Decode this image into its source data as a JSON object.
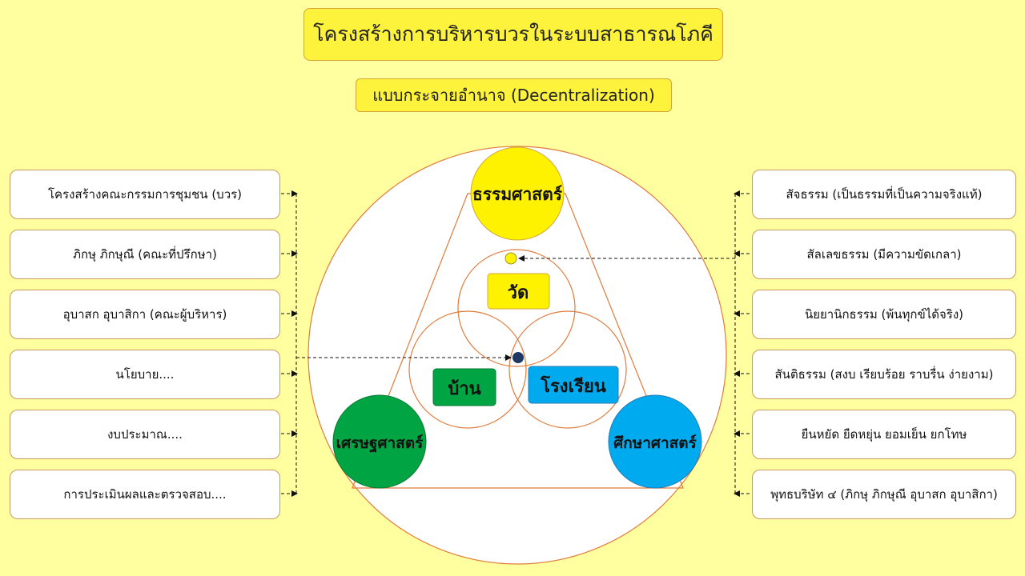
{
  "title": "โครงสร้างการบริหารบวรในระบบสาธารณโภคี",
  "subtitle": "แบบกระจายอำนาจ (Decentralization)",
  "left_items": [
    "โครงสร้างคณะกรรมการชุมชน (บวร)",
    "ภิกษุ ภิกษุณี (คณะที่ปรึกษา)",
    "อุบาสก อุบาสิกา (คณะผู้บริหาร)",
    "นโยบาย....",
    "งบประมาณ....",
    "การประเมินผลและตรวจสอบ...."
  ],
  "right_items": [
    "สัจธรรม (เป็นธรรมที่เป็นความจริงแท้)",
    "สัลเลขธรรม (มีความขัดเกลา)",
    "นิยยานิกธรรม (พ้นทุกข์ได้จริง)",
    "สันติธรรม (สงบ เรียบร้อย ราบรื่น ง่ายงาม)",
    "ยืนหยัด ยืดหยุ่น ยอมเย็น ยกโทษ",
    "พุทธบริษัท ๔ (ภิกษุ ภิกษุณี อุบาสก อุบาสิกา)"
  ],
  "corners": {
    "top": "ธรรมศาสตร์",
    "left": "เศรษฐศาสตร์",
    "right": "ศึกษาศาสตร์"
  },
  "inner": {
    "temple": "วัด",
    "home": "บ้าน",
    "school": "โรงเรียน"
  },
  "colors": {
    "background": "#ffff9f",
    "yellow": "#fff200",
    "green": "#00a443",
    "blue": "#00aaee",
    "navy": "#203864",
    "line": "#e07b3c"
  }
}
